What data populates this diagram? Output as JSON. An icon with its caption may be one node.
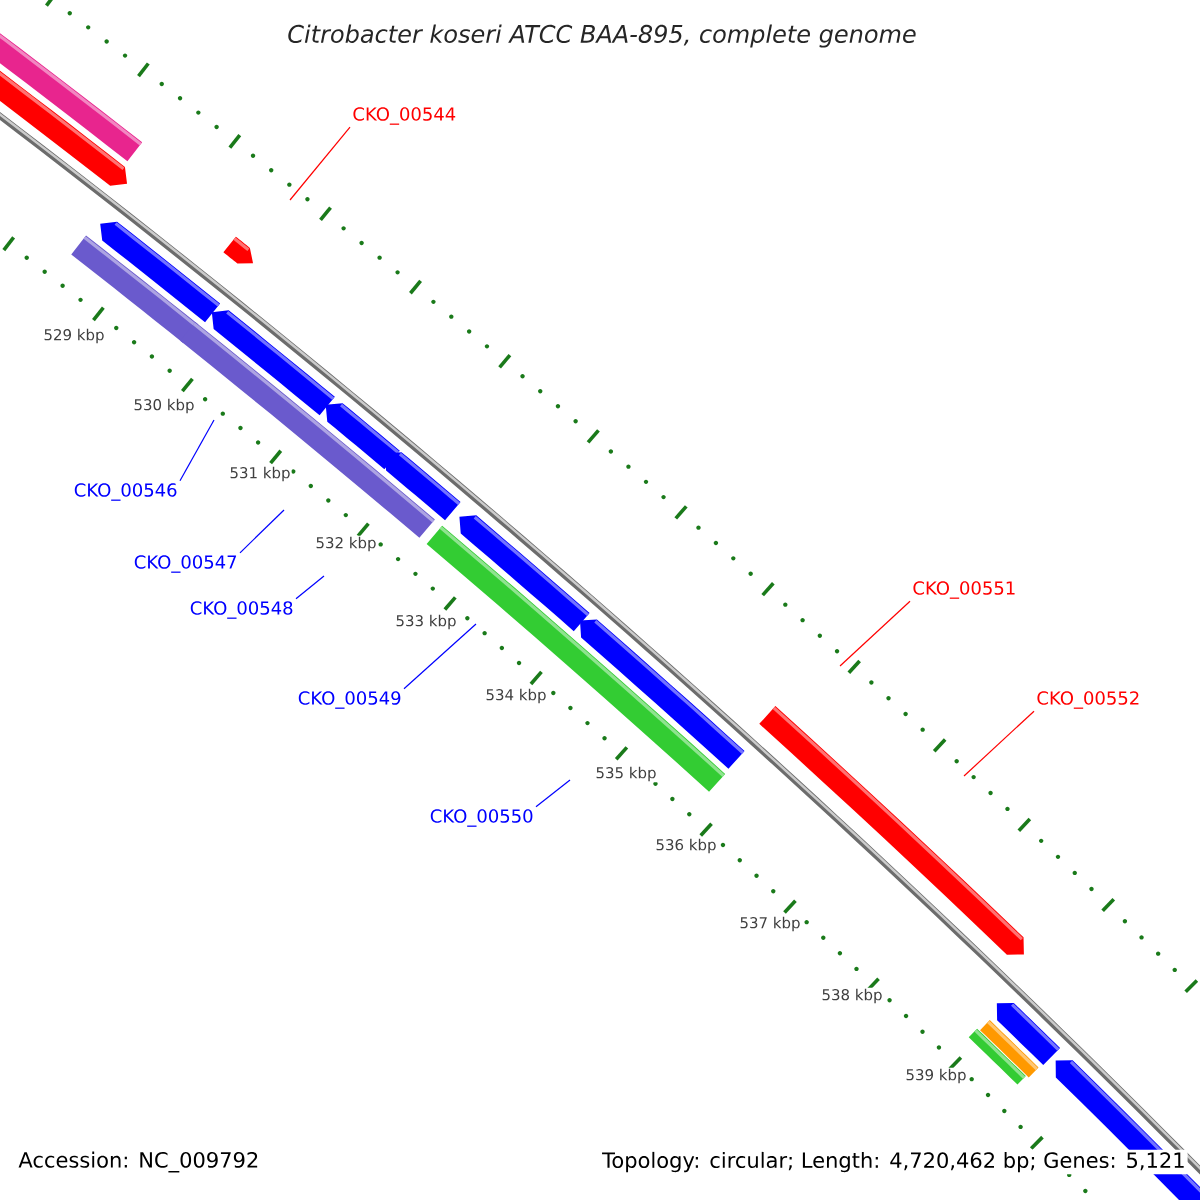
{
  "diagram": {
    "title": "Citrobacter koseri ATCC BAA-895, complete genome",
    "nodes": [
      {
        "text": [
          "CKO_00544"
        ]
      },
      {
        "text": [
          "CKO_00546"
        ]
      },
      {
        "text": [
          "CKO_00547"
        ]
      },
      {
        "text": [
          "CKO_00548"
        ]
      },
      {
        "text": [
          "CKO_00549"
        ]
      },
      {
        "text": [
          "CKO_00550"
        ]
      },
      {
        "text": [
          "CKO_00551"
        ]
      },
      {
        "text": [
          "CKO_00552"
        ]
      }
    ],
    "edges": [
      {
        "from": 0,
        "to": null,
        "arrow": "none",
        "color": "#ff0000"
      },
      {
        "from": 1,
        "to": null,
        "arrow": "none"
      },
      {
        "from": 2,
        "to": null,
        "arrow": "none"
      },
      {
        "from": 3,
        "to": null,
        "arrow": "none"
      },
      {
        "from": 4,
        "to": null,
        "arrow": "none"
      },
      {
        "from": 5,
        "to": null,
        "arrow": "none"
      },
      {
        "from": 6,
        "to": null,
        "arrow": "none",
        "color": "#ff0000"
      },
      {
        "from": 7,
        "to": null,
        "arrow": "none",
        "color": "#ff0000"
      }
    ],
    "labels": [
      "529 kbp",
      "530 kbp",
      "531 kbp",
      "532 kbp",
      "533 kbp",
      "534 kbp",
      "535 kbp",
      "536 kbp",
      "537 kbp",
      "538 kbp",
      "539 kbp",
      "Accession: NC_009792",
      "Topology: circular; Length: 4,720,462 bp; Genes: 5,121"
    ]
  }
}
